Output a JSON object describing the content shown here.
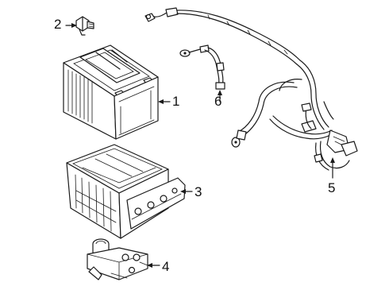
{
  "callouts": {
    "battery": "1",
    "sensor": "2",
    "battery_tray": "3",
    "fuse_block": "4",
    "cable_harness": "5",
    "ground_cable": "6"
  }
}
